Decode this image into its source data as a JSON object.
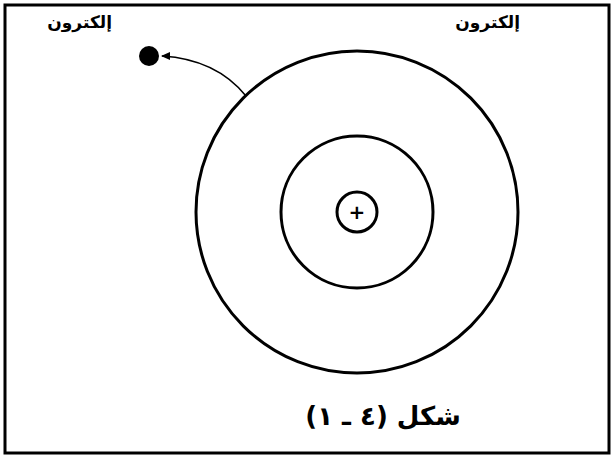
{
  "diagram": {
    "caption": "شكل (٤ ـ ١)",
    "nodes": [
      {
        "text": [
          "+"
        ]
      }
    ],
    "labels": [
      "إلكترون",
      "إلكترون"
    ]
  }
}
